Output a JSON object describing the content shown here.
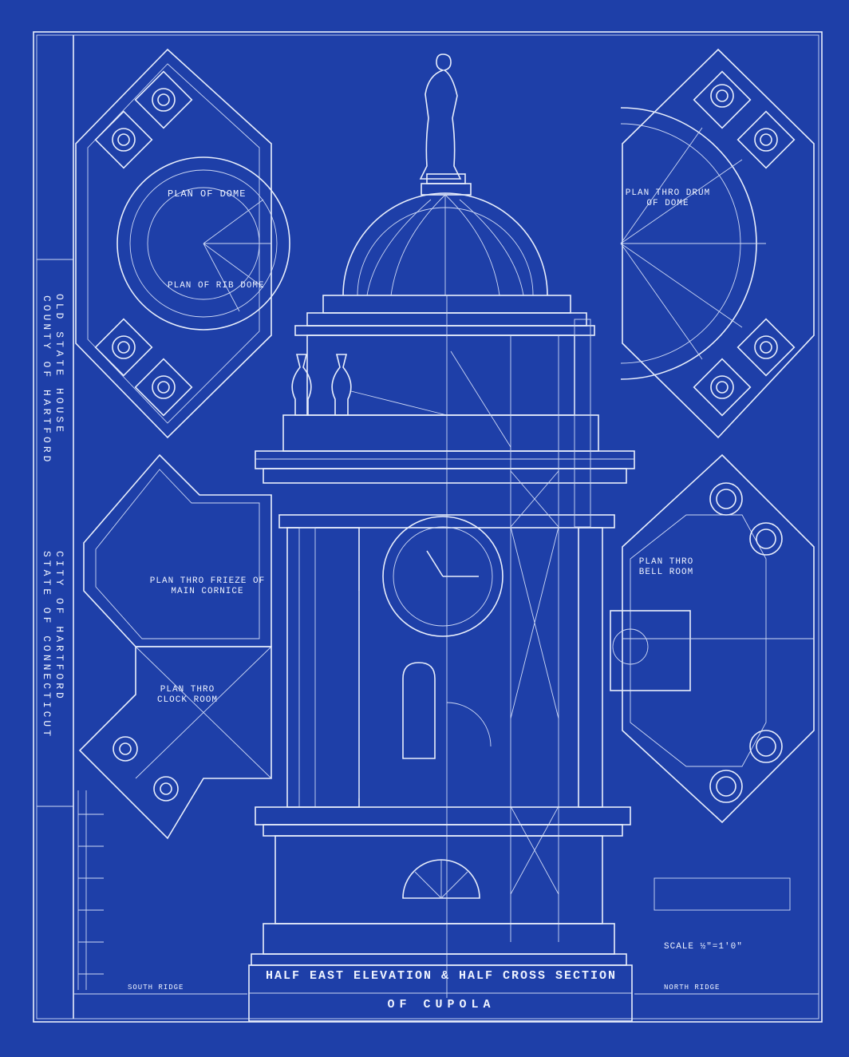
{
  "drawing": {
    "sidebar": {
      "line1": "OLD STATE HOUSE",
      "line2": "COUNTY OF HARTFORD",
      "line3": "CITY OF HARTFORD",
      "line4": "STATE OF CONNECTICUT"
    },
    "labels": {
      "plan_dome": "PLAN OF DOME",
      "plan_rib": "PLAN OF RIB DOME",
      "plan_drum": "PLAN THRO DRUM OF DOME",
      "plan_frieze": "PLAN THRO FRIEZE OF MAIN CORNICE",
      "plan_clock": "PLAN THRO CLOCK ROOM",
      "plan_bell": "PLAN THRO BELL ROOM",
      "scale": "SCALE ½\"=1'0\"",
      "north_ridge": "NORTH RIDGE",
      "south_ridge": "SOUTH RIDGE",
      "title_line1": "HALF EAST ELEVATION & HALF CROSS SECTION",
      "title_line2": "OF CUPOLA"
    },
    "colors": {
      "paper": "#1e3fa8",
      "ink": "#e8eefc"
    }
  }
}
